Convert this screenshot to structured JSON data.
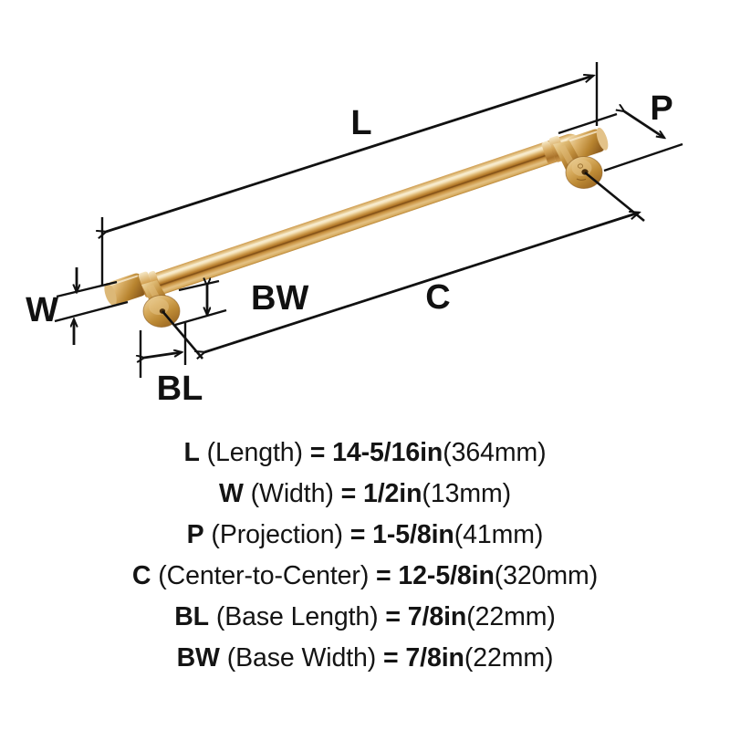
{
  "product": {
    "type": "cabinet-pull-handle",
    "finish_color": "#c8913f",
    "finish_highlight": "#f3dcae",
    "finish_shadow": "#8a5d21",
    "line_color": "#111111",
    "background_color": "#ffffff"
  },
  "diagram": {
    "labels": {
      "length": "L",
      "width": "W",
      "projection": "P",
      "center_to_center": "C",
      "base_length": "BL",
      "base_width": "BW"
    }
  },
  "specs": [
    {
      "code": "L",
      "name": "(Length)",
      "equals": "=",
      "value": "14-5/16in",
      "metric": "(364mm)"
    },
    {
      "code": "W",
      "name": "(Width)",
      "equals": "=",
      "value": "1/2in",
      "metric": "(13mm)"
    },
    {
      "code": "P",
      "name": "(Projection)",
      "equals": "=",
      "value": "1-5/8in",
      "metric": "(41mm)"
    },
    {
      "code": "C",
      "name": "(Center-to-Center)",
      "equals": "=",
      "value": "12-5/8in",
      "metric": "(320mm)"
    },
    {
      "code": "BL",
      "name": "(Base Length)",
      "equals": "=",
      "value": "7/8in",
      "metric": "(22mm)"
    },
    {
      "code": "BW",
      "name": "(Base Width)",
      "equals": "=",
      "value": "7/8in",
      "metric": "(22mm)"
    }
  ]
}
